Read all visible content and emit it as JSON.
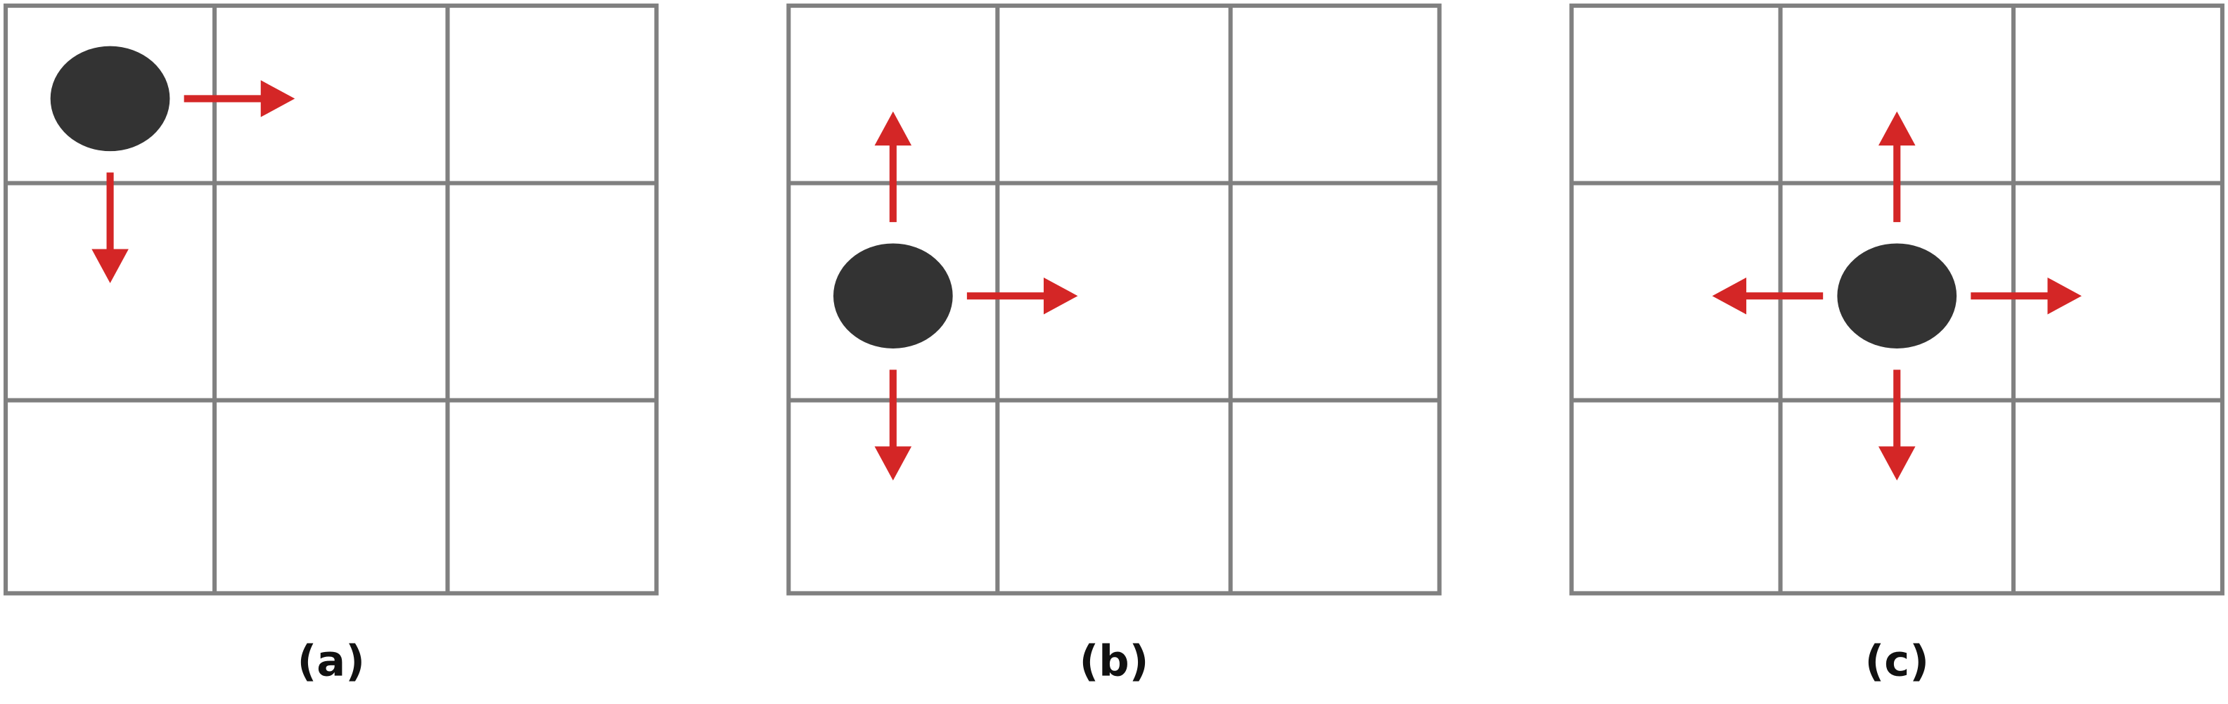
{
  "colors": {
    "background": "#ffffff",
    "grid": "#808080",
    "token": "#333333",
    "arrow": "#d42626",
    "label": "#111111"
  },
  "grid": {
    "rows": 3,
    "cols": 3
  },
  "panels": [
    {
      "label": "(a)",
      "token": {
        "row": 0,
        "col": 0
      },
      "moves": [
        "arrow-right-icon",
        "arrow-down-icon"
      ]
    },
    {
      "label": "(b)",
      "token": {
        "row": 1,
        "col": 0
      },
      "moves": [
        "arrow-up-icon",
        "arrow-right-icon",
        "arrow-down-icon"
      ]
    },
    {
      "label": "(c)",
      "token": {
        "row": 1,
        "col": 1
      },
      "moves": [
        "arrow-up-icon",
        "arrow-left-icon",
        "arrow-right-icon",
        "arrow-down-icon"
      ]
    }
  ]
}
